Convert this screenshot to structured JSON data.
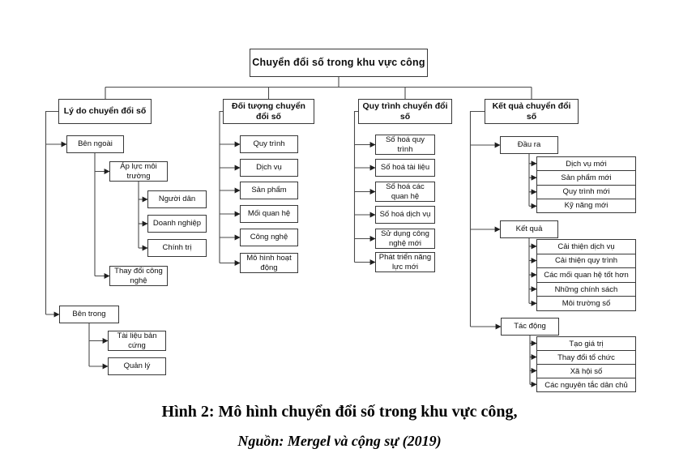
{
  "figure": {
    "root": {
      "label": "Chuyển đổi số trong khu vực công"
    },
    "branches": [
      {
        "label": "Lý do chuyển đổi số",
        "groups": [
          {
            "label": "Bên ngoài",
            "children": [
              {
                "label": "Áp lực môi trường",
                "children": [
                  "Người dân",
                  "Doanh nghiệp",
                  "Chính trị"
                ]
              },
              {
                "label": "Thay đổi công nghệ",
                "children": []
              }
            ]
          },
          {
            "label": "Bên trong",
            "children": [
              {
                "label": "Tài liệu bản cứng",
                "children": []
              },
              {
                "label": "Quản lý",
                "children": []
              }
            ]
          }
        ]
      },
      {
        "label": "Đối tượng chuyển đổi số",
        "children": [
          "Quy trình",
          "Dịch vụ",
          "Sản phẩm",
          "Mối quan hệ",
          "Công nghệ",
          "Mô hình hoạt động"
        ]
      },
      {
        "label": "Quy trình chuyển đổi số",
        "children": [
          "Số hoá quy trình",
          "Số hoá tài liệu",
          "Số hoá các quan hệ",
          "Số hoá dịch vụ",
          "Sử dụng công nghệ mới",
          "Phát triển năng lực mới"
        ]
      },
      {
        "label": "Kết quả chuyển đổi số",
        "groups": [
          {
            "label": "Đầu ra",
            "children": [
              "Dịch vụ mới",
              "Sản phẩm mới",
              "Quy trình mới",
              "Kỹ năng mới"
            ]
          },
          {
            "label": "Kết quả",
            "children": [
              "Cải thiện dịch vụ",
              "Cải thiện quy trình",
              "Các mối quan hệ tốt hơn",
              "Những chính sách",
              "Môi trường số"
            ]
          },
          {
            "label": "Tác động",
            "children": [
              "Tạo giá trị",
              "Thay đổi tổ chức",
              "Xã hội số",
              "Các nguyên tắc dân chủ"
            ]
          }
        ]
      }
    ],
    "caption_title": "Hình 2: Mô hình chuyển đổi số trong khu vực công,",
    "caption_source": "Nguồn: Mergel và cộng sự (2019)"
  },
  "colors": {
    "border": "#383838",
    "line": "#4a4a4a",
    "text": "#0d0d0d",
    "background": "#ffffff"
  }
}
